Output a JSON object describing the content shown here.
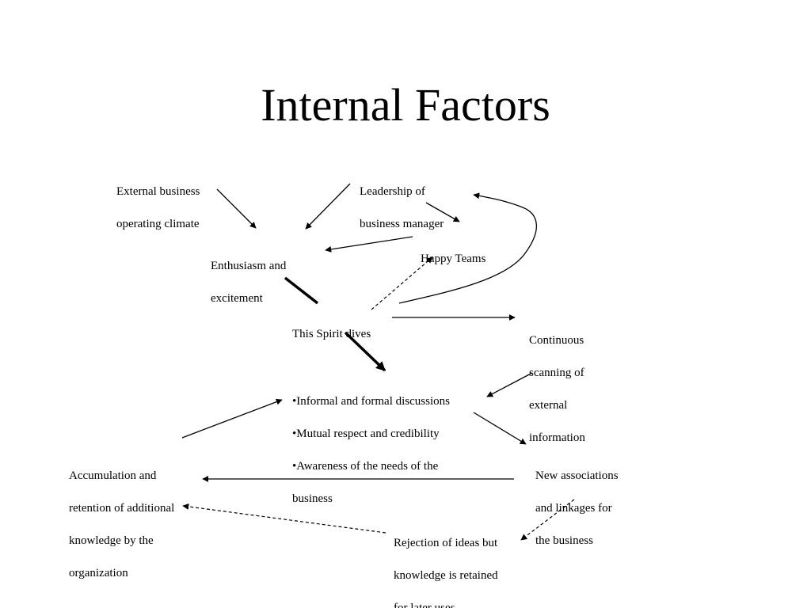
{
  "title": "Internal Factors",
  "nodes": {
    "external_climate": [
      "External business",
      "operating climate"
    ],
    "leadership": [
      "Leadership of",
      "business manager"
    ],
    "enthusiasm": [
      "Enthusiasm and",
      "excitement"
    ],
    "happy_teams": [
      "Happy Teams"
    ],
    "spirit": [
      "This Spirit dives"
    ],
    "continuous": [
      "Continuous",
      "scanning of",
      "external",
      "information"
    ],
    "discussions": [
      "•Informal and formal discussions",
      "•Mutual respect and credibility",
      "•Awareness of the needs of the",
      "business"
    ],
    "accumulation": [
      "Accumulation and",
      "retention of additional",
      "knowledge by the",
      "organization"
    ],
    "associations": [
      "New associations",
      "and linkages for",
      "the business"
    ],
    "rejection": [
      "Rejection of ideas but",
      "knowledge is retained",
      "for later uses"
    ]
  }
}
